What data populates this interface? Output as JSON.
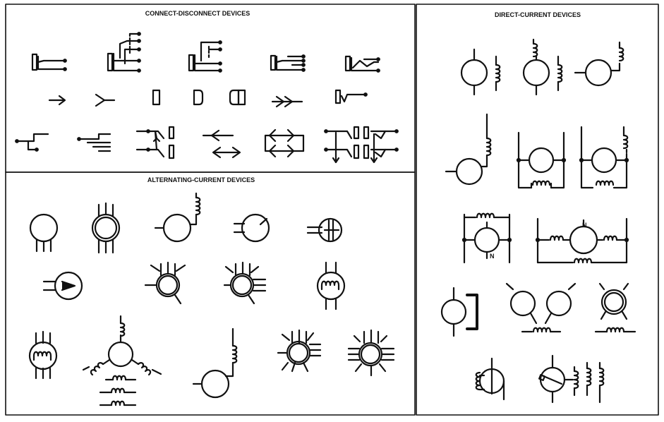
{
  "panels": {
    "connect_disconnect": {
      "title": "CONNECT-DISCONNECT DEVICES"
    },
    "alternating_current": {
      "title": "ALTERNATING-CURRENT DEVICES"
    },
    "direct_current": {
      "title": "DIRECT-CURRENT DEVICES"
    }
  },
  "markers": {
    "north_pole": "N"
  },
  "colors": {
    "ink": "#111111",
    "paper": "#ffffff"
  }
}
